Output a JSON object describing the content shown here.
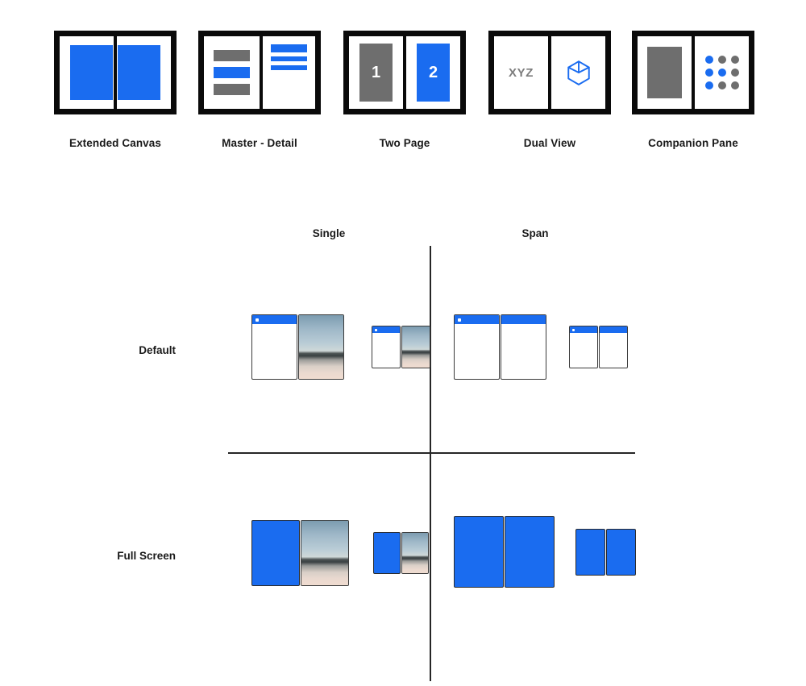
{
  "patterns": {
    "items": [
      {
        "id": "extended-canvas",
        "label": "Extended Canvas",
        "left_icon": "blue-canvas-pane-icon",
        "right_icon": "blue-canvas-pane-icon"
      },
      {
        "id": "master-detail",
        "label": "Master - Detail",
        "left_icon": "list-bars-icon",
        "right_icon": "detail-lines-icon"
      },
      {
        "id": "two-page",
        "label": "Two Page",
        "left_icon": "page-one-icon",
        "right_icon": "page-two-icon",
        "page_one": "1",
        "page_two": "2"
      },
      {
        "id": "dual-view",
        "label": "Dual View",
        "left_icon": "xyz-data-icon",
        "right_icon": "cube-3d-icon",
        "left_text": "XYZ"
      },
      {
        "id": "companion-pane",
        "label": "Companion Pane",
        "left_icon": "content-block-icon",
        "right_icon": "tool-dot-grid-icon"
      }
    ],
    "companion_dot_grid": [
      [
        "blue",
        "grey",
        "grey"
      ],
      [
        "blue",
        "blue",
        "grey"
      ],
      [
        "blue",
        "grey",
        "grey"
      ]
    ],
    "master_detail_left_bars": [
      "grey",
      "blue",
      "grey"
    ],
    "master_detail_right_lines": [
      "thick",
      "thin",
      "thin"
    ]
  },
  "matrix": {
    "columns": [
      {
        "id": "single",
        "label": "Single"
      },
      {
        "id": "span",
        "label": "Span"
      }
    ],
    "rows": [
      {
        "id": "default",
        "label": "Default"
      },
      {
        "id": "full-screen",
        "label": "Full Screen"
      }
    ],
    "cells": [
      {
        "id": "single-default",
        "row": "default",
        "column": "single",
        "devices": [
          {
            "size": "large",
            "left_screen": "app-window",
            "right_screen": "wallpaper"
          },
          {
            "size": "small",
            "left_screen": "app-window",
            "right_screen": "wallpaper"
          }
        ]
      },
      {
        "id": "span-default",
        "row": "default",
        "column": "span",
        "devices": [
          {
            "size": "large",
            "left_screen": "app-window",
            "right_screen": "app-window-continued"
          },
          {
            "size": "small",
            "left_screen": "app-window",
            "right_screen": "app-window-continued"
          }
        ]
      },
      {
        "id": "single-full-screen",
        "row": "full-screen",
        "column": "single",
        "devices": [
          {
            "size": "large",
            "left_screen": "app-fullscreen",
            "right_screen": "wallpaper"
          },
          {
            "size": "small",
            "left_screen": "app-fullscreen",
            "right_screen": "wallpaper"
          }
        ]
      },
      {
        "id": "span-full-screen",
        "row": "full-screen",
        "column": "span",
        "devices": [
          {
            "size": "large",
            "left_screen": "app-fullscreen",
            "right_screen": "app-fullscreen"
          },
          {
            "size": "small",
            "left_screen": "app-fullscreen",
            "right_screen": "app-fullscreen"
          }
        ]
      }
    ]
  },
  "colors": {
    "accent_blue": "#1a6cf0",
    "neutral_grey": "#6e6e6e",
    "frame_black": "#0a0a0a",
    "axis_grey": "#262626",
    "background": "#ffffff"
  }
}
